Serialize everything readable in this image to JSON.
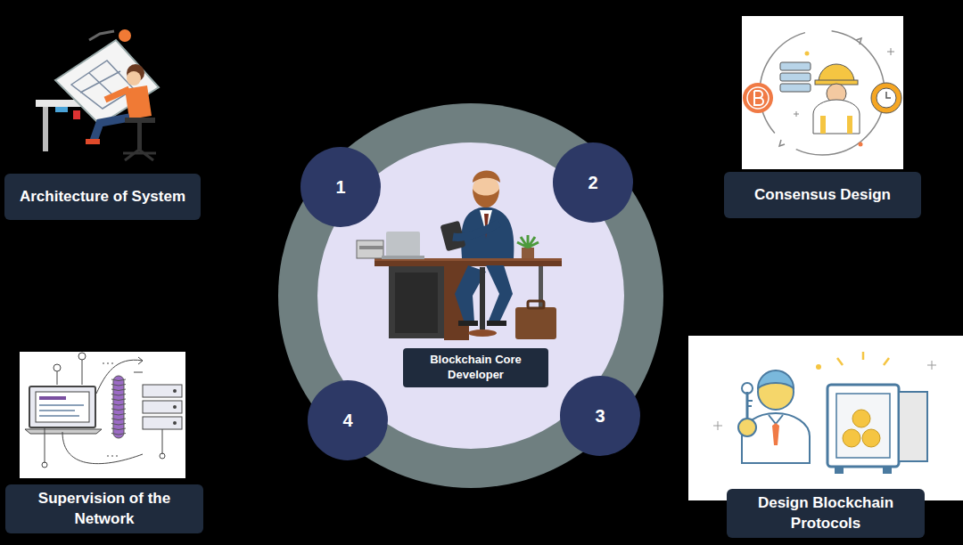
{
  "diagram": {
    "nodes": [
      {
        "text": [
          "Architecture of System"
        ]
      },
      {
        "text": [
          "1"
        ]
      },
      {
        "text": [
          "2"
        ]
      },
      {
        "text": [
          "Consensus Design"
        ]
      },
      {
        "text": [
          "Blockchain Core Developer"
        ]
      },
      {
        "text": [
          "4"
        ]
      },
      {
        "text": [
          "3"
        ]
      },
      {
        "text": [
          "Design Blockchain Protocols"
        ]
      },
      {
        "text": [
          "Supervision of the Network"
        ]
      }
    ]
  }
}
